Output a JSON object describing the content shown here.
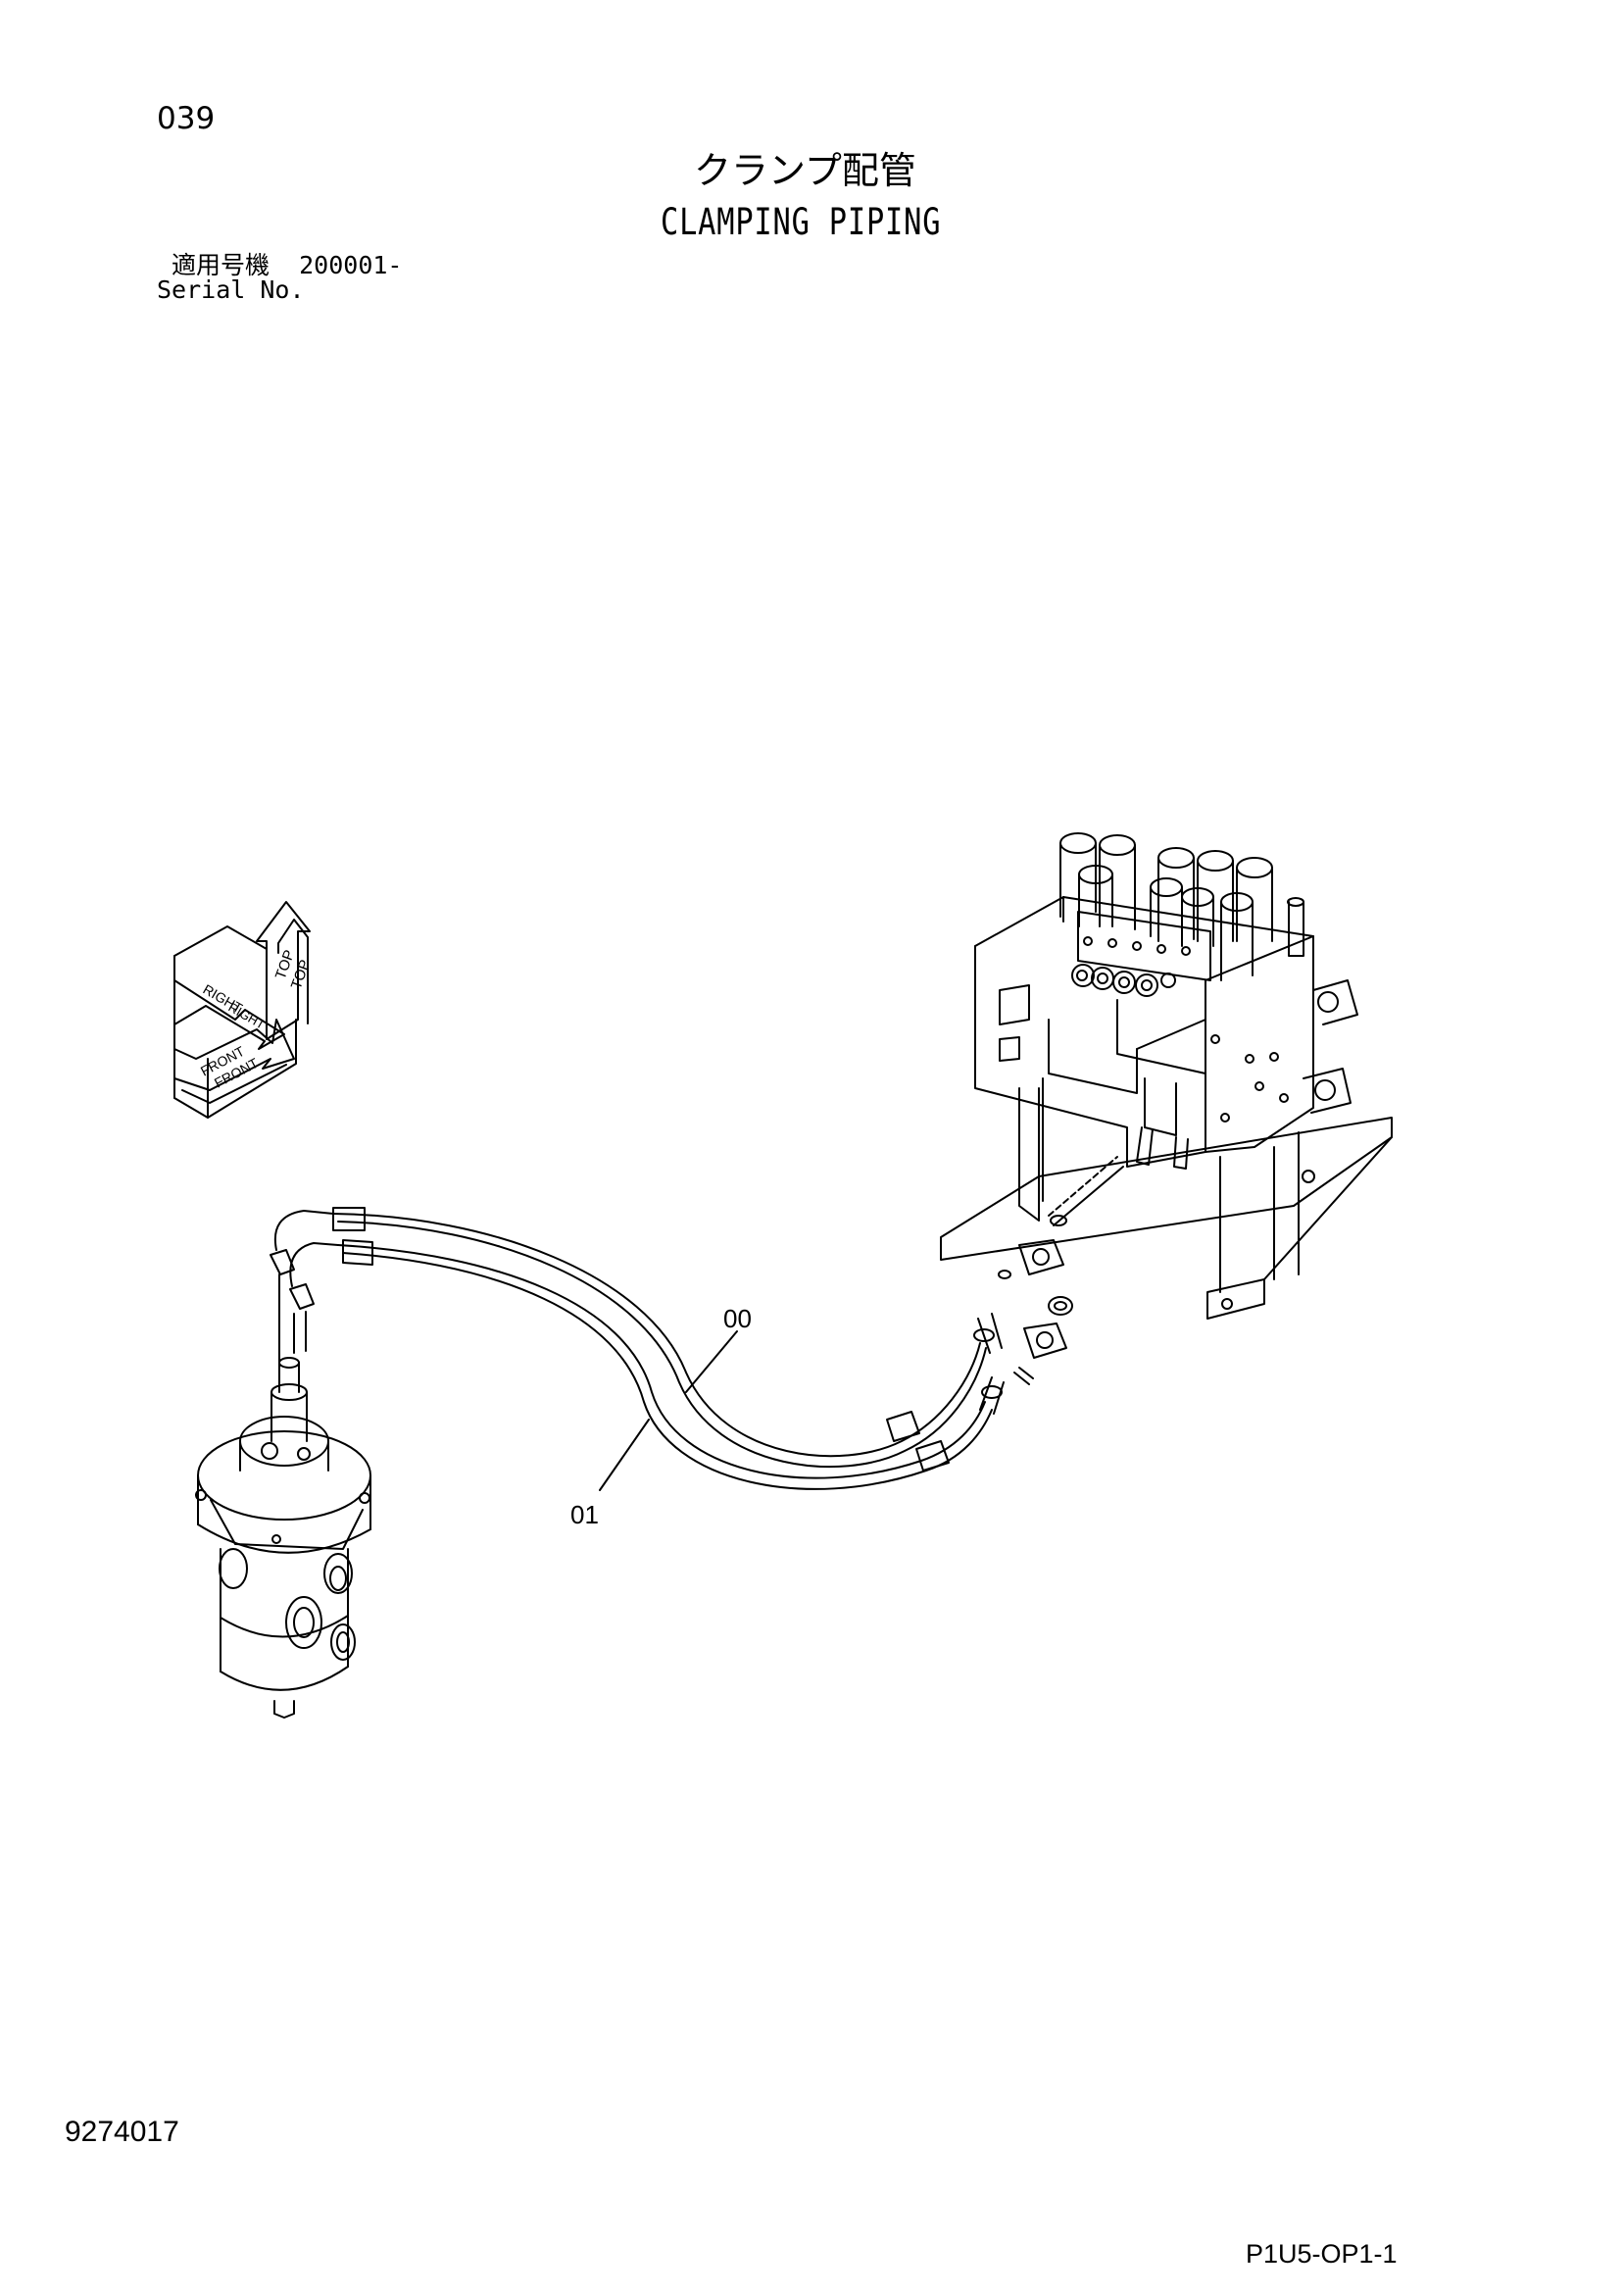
{
  "page_number": "039",
  "title_jp": "クランプ配管",
  "title_en": "CLAMPING PIPING",
  "serial": {
    "label_jp": "適用号機",
    "value": "200001-",
    "label_en": "Serial No."
  },
  "callouts": [
    {
      "id": "hose-00",
      "label": "00"
    },
    {
      "id": "hose-01",
      "label": "01"
    }
  ],
  "orientation_cube": {
    "labels": [
      "TOP",
      "TOP",
      "RIGHT",
      "RIGHT",
      "FRONT",
      "FRONT"
    ]
  },
  "doc_number": "9274017",
  "sheet_code": "P1U5-OP1-1",
  "colors": {
    "line": "#000000",
    "background": "#ffffff"
  }
}
